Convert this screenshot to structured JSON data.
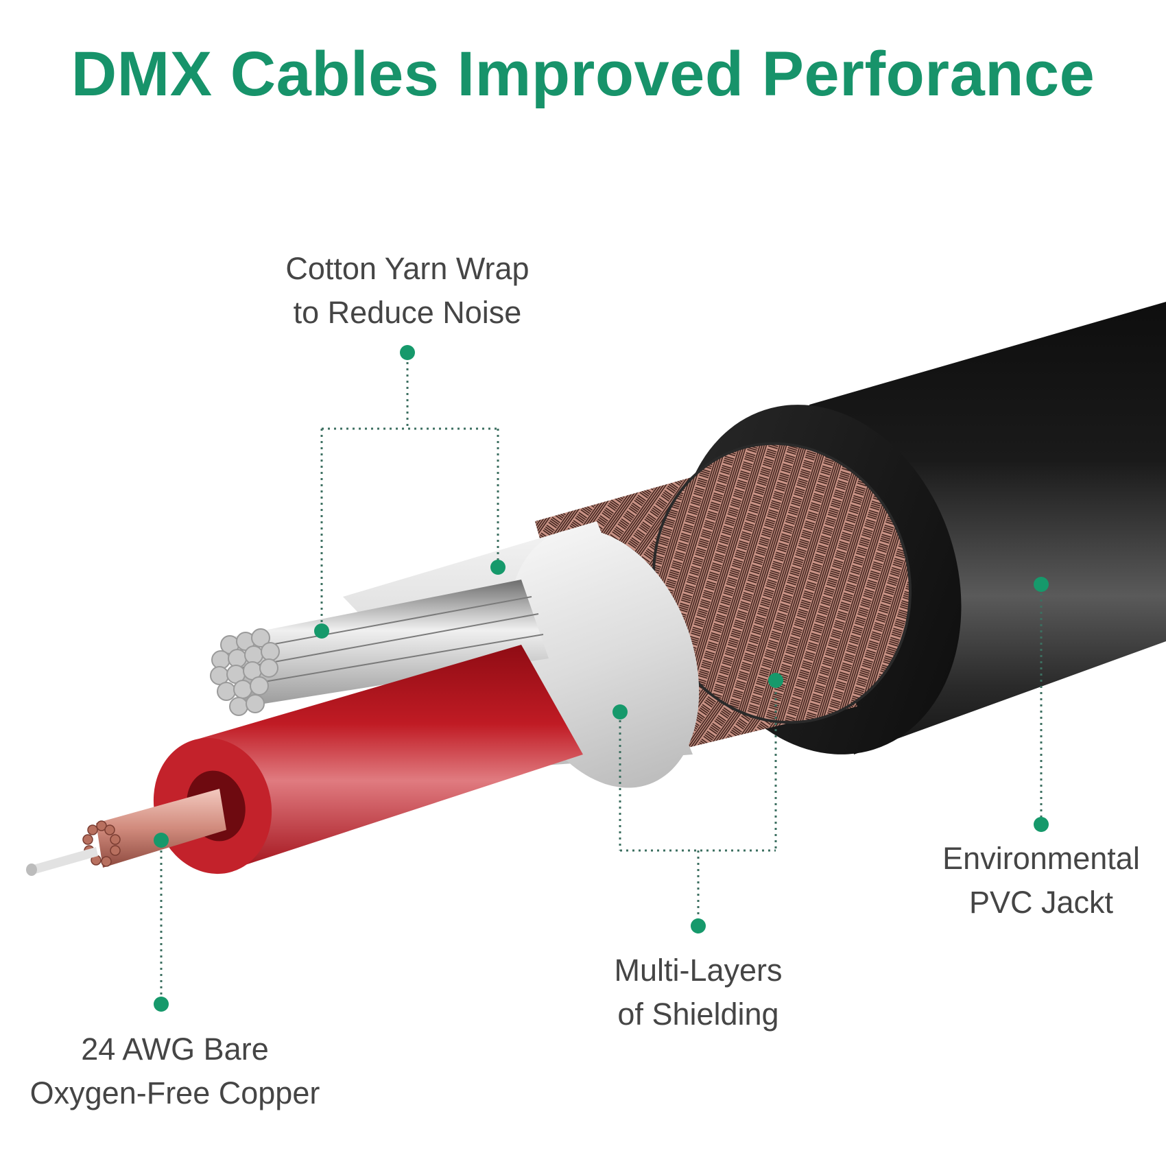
{
  "header": {
    "title": "DMX Cables Improved Perforance"
  },
  "colors": {
    "title_green": "#17936a",
    "marker_green": "#16996b",
    "label_gray": "#454545",
    "jacket_black": "#1b1b1b",
    "shield_copper": "#c48a7c",
    "insulation_red": "#b3161f",
    "cotton_white": "#e8e8e8",
    "conductor_silver": "#cfcfcf"
  },
  "callouts": [
    {
      "id": "cotton-yarn",
      "line1": "Cotton Yarn Wrap",
      "line2": "to Reduce Noise",
      "points_to": [
        "white-strands",
        "cotton-wrap-layer"
      ]
    },
    {
      "id": "copper-conductor",
      "line1": "24 AWG Bare",
      "line2": "Oxygen-Free Copper",
      "points_to": [
        "copper-strands"
      ]
    },
    {
      "id": "shielding",
      "line1": "Multi-Layers",
      "line2": "of Shielding",
      "points_to": [
        "foil-layer",
        "braided-copper-shield"
      ]
    },
    {
      "id": "pvc-jacket",
      "line1": "Environmental",
      "line2": "PVC Jackt",
      "points_to": [
        "outer-pvc-jacket"
      ]
    }
  ]
}
